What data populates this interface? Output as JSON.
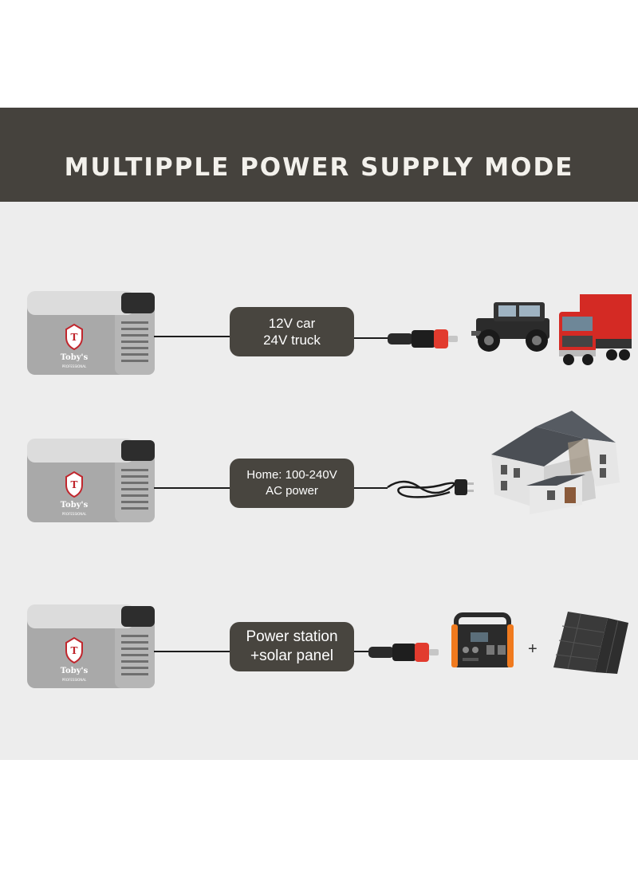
{
  "header": {
    "title": "MULTIPPLE POWER SUPPLY MODE"
  },
  "fridge": {
    "brand": "Toby's",
    "subtitle": "PROFESSIONAL"
  },
  "modes": [
    {
      "line1": "12V car",
      "line2": "24V truck",
      "connector": "car-plug",
      "targets": [
        "jeep",
        "truck"
      ]
    },
    {
      "line1": "Home: 100-240V",
      "line2": "AC power",
      "connector": "ac-plug",
      "targets": [
        "house"
      ]
    },
    {
      "line1": "Power station",
      "line2": "+solar panel",
      "connector": "car-plug",
      "targets": [
        "power-station",
        "solar-panel"
      ]
    }
  ],
  "plus_sign": "+",
  "colors": {
    "banner": "#45423d",
    "panel": "#ededed",
    "label_box": "#48453f",
    "fridge_body": "#a9a9a9",
    "fridge_lid": "#dcdcdc",
    "plug_red": "#e23b2e",
    "truck_red": "#d42a24"
  },
  "icons": [
    "fridge-icon",
    "car-plug-icon",
    "ac-plug-icon",
    "jeep-icon",
    "truck-icon",
    "house-icon",
    "power-station-icon",
    "solar-panel-icon"
  ]
}
